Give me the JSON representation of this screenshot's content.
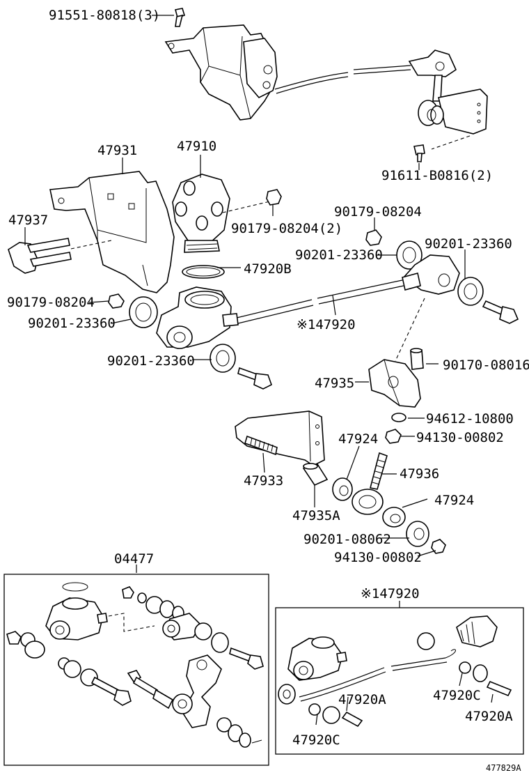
{
  "labels": {
    "p91551": "91551-80818(3)",
    "p91611": "91611-B0816(2)",
    "p47931": "47931",
    "p47910": "47910",
    "p47937": "47937",
    "p90179_2": "90179-08204(2)",
    "p90179_a": "90179-08204",
    "p90201_a": "90201-23360",
    "p90201_b": "90201-23360",
    "p47920b": "47920B",
    "p90179_b": "90179-08204",
    "p90201_c": "90201-23360",
    "p47920": "※147920",
    "p90201_d": "90201-23360",
    "p47935": "47935",
    "p90170": "90170-08016",
    "p94612": "94612-10800",
    "p94130_a": "94130-00802",
    "p47924_a": "47924",
    "p47933": "47933",
    "p47936": "47936",
    "p47924_b": "47924",
    "p47935a": "47935A",
    "p90201_e": "90201-08062",
    "p94130_b": "94130-00802",
    "p04477": "04477",
    "p47920_kit": "※147920",
    "p47920a_1": "47920A",
    "p47920c_1": "47920C",
    "p47920c_2": "47920C",
    "p47920a_2": "47920A",
    "code": "477829A"
  }
}
